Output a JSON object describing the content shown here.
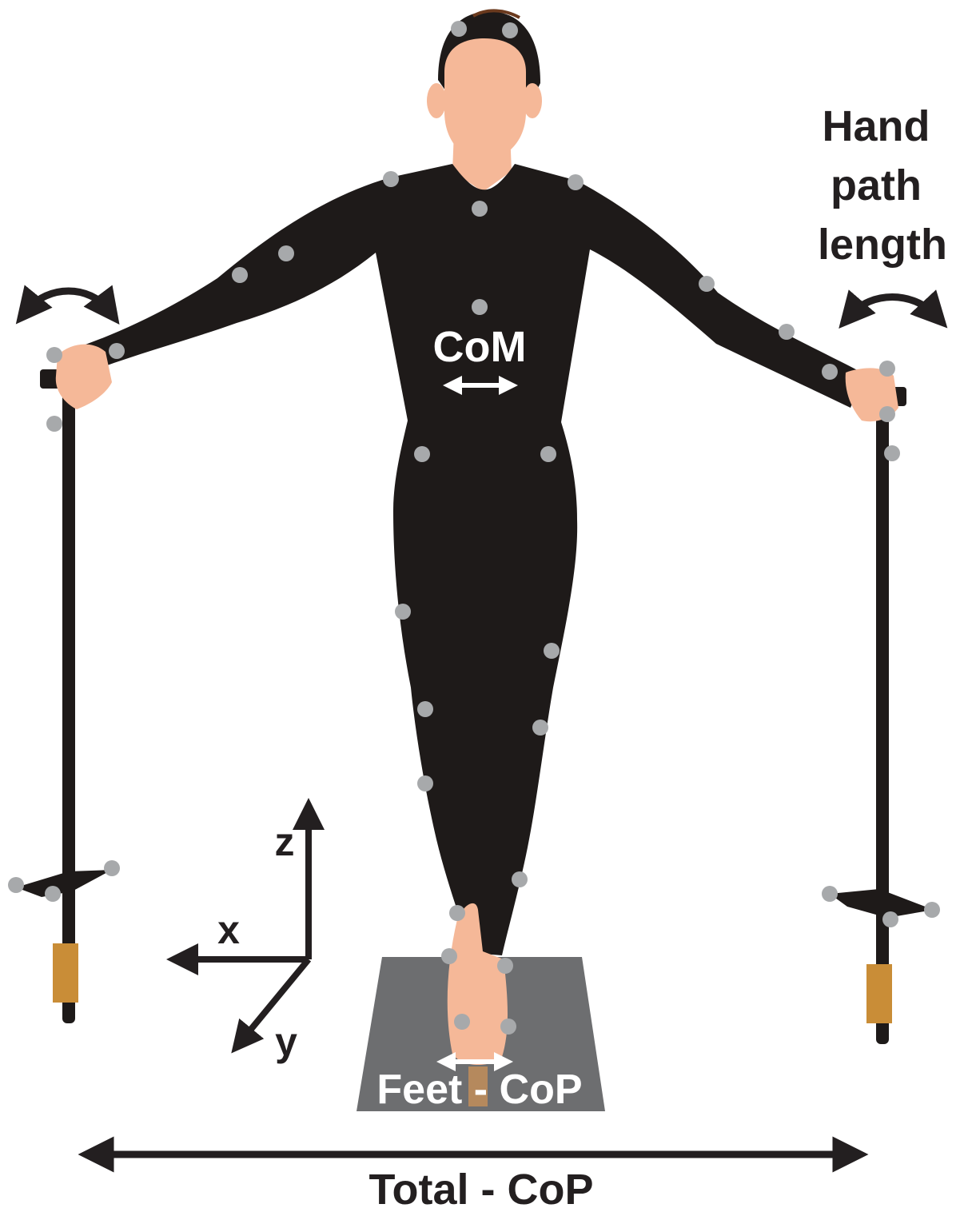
{
  "labels": {
    "hand_path_line1": "Hand",
    "hand_path_line2": "path",
    "hand_path_line3": "length",
    "com": "CoM",
    "feet_cop": "Feet - CoP",
    "total_cop": "Total - CoP",
    "axis_x": "x",
    "axis_y": "y",
    "axis_z": "z"
  },
  "colors": {
    "suit": "#1e1a19",
    "skin": "#f5b898",
    "marker": "#a7a9ab",
    "platform": "#6d6e70",
    "grip": "#c98d37",
    "arrow": "#231f20",
    "label_light": "#ffffff",
    "label_dark": "#231f20"
  },
  "icons": {
    "markers": "motion-capture-marker-icon",
    "left_pole": "walking-pole-icon",
    "right_pole": "walking-pole-icon",
    "coordinate_frame": "xyz-axes-icon"
  }
}
